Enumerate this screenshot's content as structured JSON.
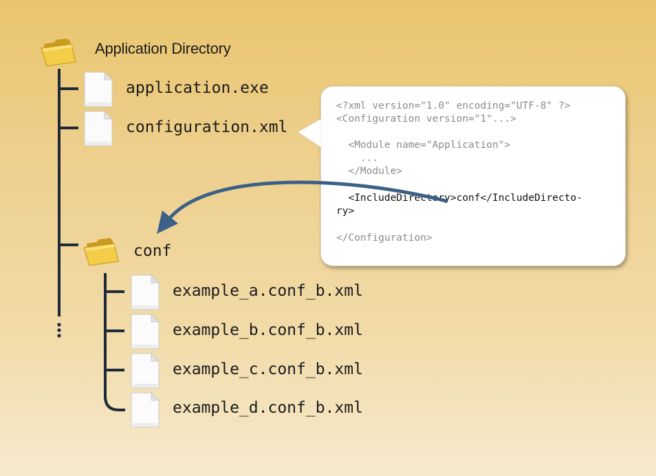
{
  "tree": {
    "root_label": "Application Directory",
    "files": [
      "application.exe",
      "configuration.xml"
    ],
    "subfolder_label": "conf",
    "subfiles": [
      "example_a.conf_b.xml",
      "example_b.conf_b.xml",
      "example_c.conf_b.xml",
      "example_d.conf_b.xml"
    ]
  },
  "xml": {
    "line1": "<?xml version=\"1.0\" encoding=\"UTF-8\" ?>",
    "line2": "<Configuration version=\"1\"...>",
    "line3": "  <Module name=\"Application\">",
    "line4": "    ...",
    "line5": "  </Module>",
    "line6": "  <IncludeDirectory>conf</IncludeDirecto-",
    "line7": "ry>",
    "line8": "</Configuration>"
  },
  "colors": {
    "tree_line": "#1e2a3a",
    "arrow": "#3d6087",
    "folder": "#f0c53a"
  },
  "icons": {
    "folder": "folder-icon",
    "file": "file-icon"
  }
}
